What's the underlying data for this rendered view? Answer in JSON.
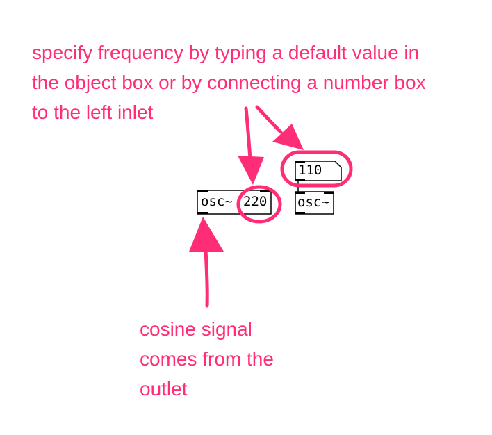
{
  "annotations": {
    "frequency": [
      "specify frequency by typing a default value in",
      "the object box or by connecting a number box",
      "to the left inlet"
    ],
    "outlet": [
      "cosine signal",
      "comes from the",
      "outlet"
    ]
  },
  "patch": {
    "osc_object_with_arg": {
      "name": "osc~",
      "argument": "220"
    },
    "number_box": {
      "value": "110"
    },
    "osc_object": {
      "name": "osc~"
    }
  },
  "colors": {
    "accent": "#ff2d78",
    "object_border": "#000000",
    "object_fill": "#ffffff"
  }
}
